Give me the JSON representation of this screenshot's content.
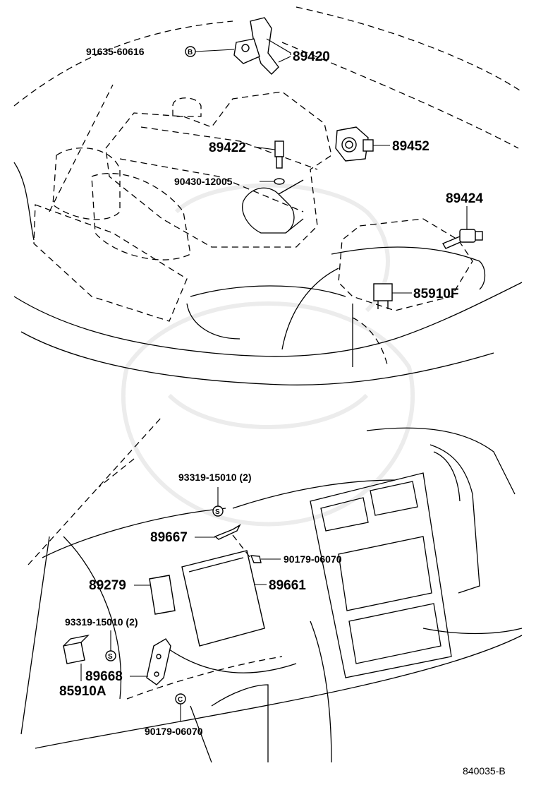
{
  "parts": {
    "p91635": "91635-60616",
    "p89420": "89420",
    "p89422": "89422",
    "p89452": "89452",
    "p90430": "90430-12005",
    "p89424": "89424",
    "p85910f": "85910F",
    "p93319a": "93319-15010 (2)",
    "p89667": "89667",
    "p90179a": "90179-06070",
    "p89279": "89279",
    "p89661": "89661",
    "p93319b": "93319-15010 (2)",
    "p89668": "89668",
    "p85910a": "85910A",
    "p90179b": "90179-06070"
  },
  "markers": {
    "b": "B",
    "s": "S",
    "c": "C"
  },
  "diagram_code": "840035-B"
}
